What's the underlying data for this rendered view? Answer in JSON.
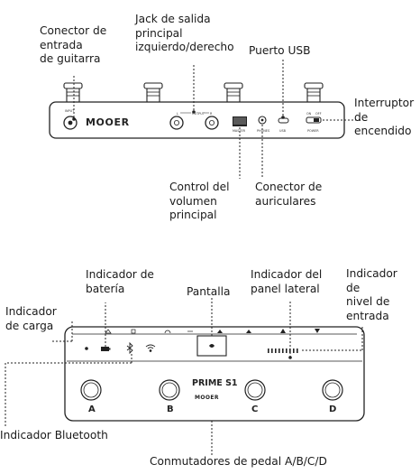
{
  "labels": {
    "guitar_input": [
      "Conector de",
      "entrada",
      "de guitarra"
    ],
    "main_out": [
      "Jack de salida",
      "principal",
      "izquierdo/derecho"
    ],
    "usb_port": [
      "Puerto USB"
    ],
    "power_switch": [
      "Interruptor",
      "de",
      "encendido"
    ],
    "master_volume": [
      "Control del",
      "volumen",
      "principal"
    ],
    "headphones": [
      "Conector de",
      "auriculares"
    ],
    "battery": [
      "Indicador de",
      "batería"
    ],
    "charge": [
      "Indicador",
      "de carga"
    ],
    "screen": [
      "Pantalla"
    ],
    "side_panel": [
      "Indicador del",
      "panel lateral"
    ],
    "input_level": [
      "Indicador",
      "de",
      "nivel de",
      "entrada"
    ],
    "bluetooth": [
      "Indicador Bluetooth"
    ],
    "footswitches": [
      "Conmutadores de pedal A/B/C/D"
    ]
  },
  "device": {
    "brand": "MOOER",
    "model": "PRIME S1",
    "rear_panel": {
      "input_text": "INPUT",
      "output_text": "OUTPUT",
      "output_left": "L",
      "output_right": "R",
      "master_text": "MASTER",
      "phones_text": "PHONES",
      "usb_text": "USB",
      "on_text": "ON",
      "off_text": "OFF",
      "power_text": "POWER"
    },
    "pedal_letters": [
      "A",
      "B",
      "C",
      "D"
    ]
  }
}
